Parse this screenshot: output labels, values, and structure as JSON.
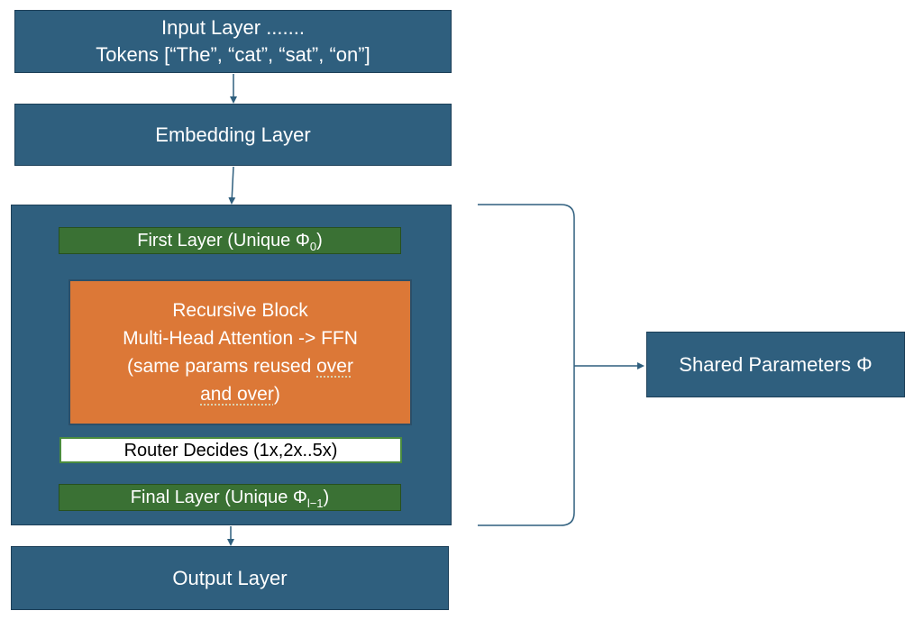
{
  "input_layer": {
    "line1": "Input Layer .......",
    "line2": "Tokens [“The”, “cat”, “sat”, “on”]"
  },
  "embedding_layer": {
    "label": "Embedding Layer"
  },
  "first_layer": {
    "label": "First Layer (Unique Φ",
    "subscript": "0",
    "close": ")"
  },
  "recursive_block": {
    "line1": "Recursive Block",
    "line2": "Multi-Head Attention -> FFN",
    "line3_pre": "(same params reused ",
    "line3_under": "over",
    "line4_under": "and over",
    "line4_post": ")"
  },
  "router": {
    "label": "Router Decides (1x,2x..5x)"
  },
  "final_layer": {
    "label": "Final Layer (Unique Φ",
    "subscript": "l−1",
    "close": ")"
  },
  "output_layer": {
    "label": "Output Layer"
  },
  "shared_parameters": {
    "label": "Shared Parameters Φ"
  },
  "colors": {
    "layer_blue": "#2f5f7e",
    "unique_green": "#3a7134",
    "recursive_orange": "#dc7837",
    "router_border": "#4b8c3f",
    "connector": "#2f5f7e"
  }
}
